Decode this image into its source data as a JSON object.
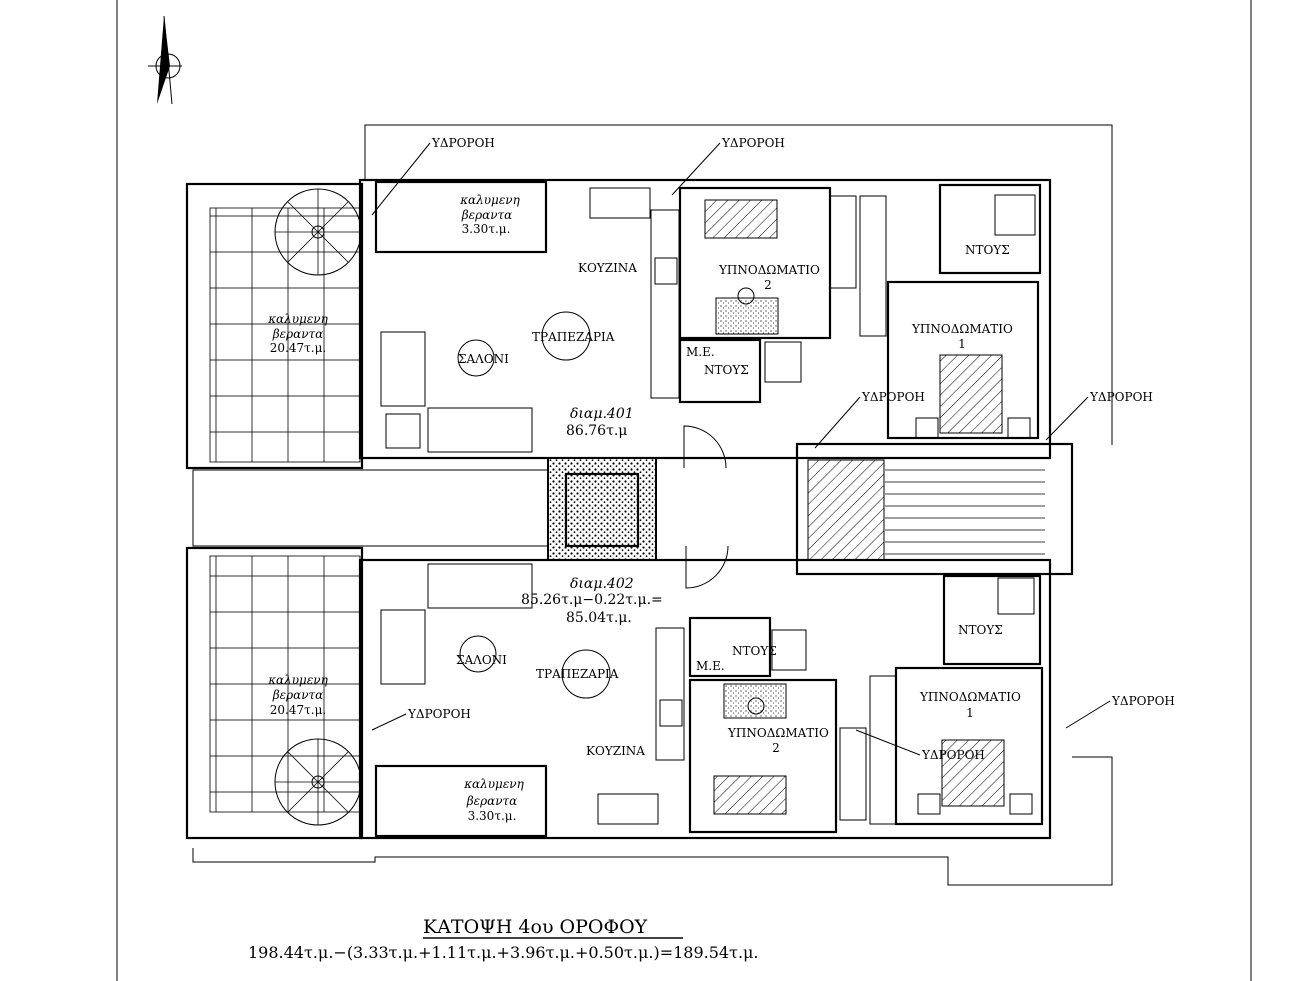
{
  "drawing": {
    "title": "ΚΑΤΟΨΗ 4ου ΟΡΟΦΟΥ",
    "area_formula": "198.44τ.μ.−(3.33τ.μ.+1.11τ.μ.+3.96τ.μ.+0.50τ.μ.)=189.54τ.μ."
  },
  "upper_unit": {
    "apartment": "διαμ.401",
    "area": "86.76τ.μ",
    "covered_veranda_large": {
      "name": "καλυμενη",
      "word": "βεραντα",
      "area": "20.47τ.μ."
    },
    "covered_veranda_small": {
      "name": "καλυμενη",
      "word": "βεραντα",
      "area": "3.30τ.μ."
    },
    "kitchen": "ΚΟΥΖΙΝΑ",
    "dining": "ΤΡΑΠΕΖΑΡΙΑ",
    "living": "ΣΑΛΟΝΙ",
    "bedroom_2": {
      "name": "ΥΠΝΟΔΩΜΑΤΙΟ",
      "number": "2"
    },
    "bedroom_1": {
      "name": "ΥΠΝΟΔΩΜΑΤΙΟ",
      "number": "1"
    },
    "bath_main": "ΝΤΟΥΣ",
    "bath_small": "ΝΤΟΥΣ",
    "me": "Μ.Ε.",
    "drains": [
      "ΥΔΡΟΡΟΗ",
      "ΥΔΡΟΡΟΗ",
      "ΥΔΡΟΡΟΗ",
      "ΥΔΡΟΡΟΗ"
    ]
  },
  "lower_unit": {
    "apartment": "διαμ.402",
    "area_calc": "85.26τ.μ−0.22τ.μ.=",
    "area": "85.04τ.μ.",
    "covered_veranda_large": {
      "name": "καλυμενη",
      "word": "βεραντα",
      "area": "20.47τ.μ."
    },
    "covered_veranda_small": {
      "name": "καλυμενη",
      "word": "βεραντα",
      "area": "3.30τ.μ."
    },
    "kitchen": "ΚΟΥΖΙΝΑ",
    "dining": "ΤΡΑΠΕΖΑΡΙΑ",
    "living": "ΣΑΛΟΝΙ",
    "bedroom_2": {
      "name": "ΥΠΝΟΔΩΜΑΤΙΟ",
      "number": "2"
    },
    "bedroom_1": {
      "name": "ΥΠΝΟΔΩΜΑΤΙΟ",
      "number": "1"
    },
    "bath_main": "ΝΤΟΥΣ",
    "bath_small": "ΝΤΟΥΣ",
    "me": "Μ.Ε.",
    "drains": [
      "ΥΔΡΟΡΟΗ",
      "ΥΔΡΟΡΟΗ",
      "ΥΔΡΟΡΟΗ"
    ]
  },
  "colors": {
    "line": "#000000",
    "background": "#ffffff"
  }
}
